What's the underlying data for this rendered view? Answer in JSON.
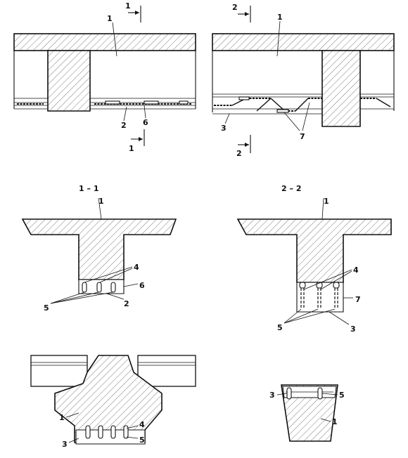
{
  "labels": {
    "n1": "1",
    "n2": "2",
    "n3": "3",
    "n4": "4",
    "n5": "5",
    "n6": "6",
    "n7": "7"
  },
  "sections": {
    "s11": "1 – 1",
    "s22": "2 – 2",
    "cut1": "1",
    "cut2": "2"
  }
}
